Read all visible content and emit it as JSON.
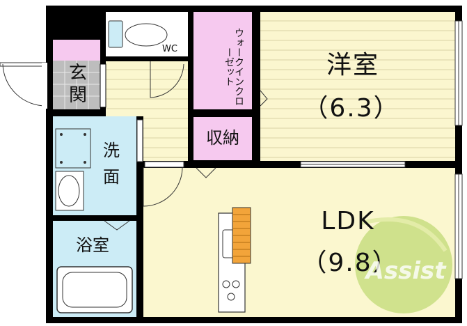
{
  "rooms": {
    "western": {
      "label": "洋室",
      "size": "（6.3）"
    },
    "ldk": {
      "label": "LDK",
      "size": "（9.8）"
    },
    "closet": {
      "label": "ウォークインクローゼット"
    },
    "storage": {
      "label": "収納"
    },
    "entrance": {
      "line1": "玄",
      "line2": "関"
    },
    "washroom": {
      "line1": "洗",
      "line2": "面"
    },
    "bathroom": {
      "label": "浴室"
    },
    "toilet": {
      "label": "WC"
    }
  },
  "watermark": {
    "text": "Assist"
  },
  "colors": {
    "wall": "#000000",
    "western_floor": "#fbf6cf",
    "ldk_floor": "#fbf7cf",
    "closet": "#f6c9ef",
    "storage": "#f6c9ef",
    "entrance_mat": "#f6c9ef",
    "washroom": "#ccecf6",
    "hall": "#fbf7cf",
    "tile": "#bdbdbd",
    "watermark": "#9cc83c"
  }
}
